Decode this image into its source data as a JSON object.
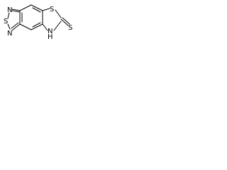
{
  "molecule": {
    "atoms": {
      "s_thiadiazole": "S",
      "n_thiadiazole_top": "N",
      "n_thiadiazole_bottom": "N",
      "s_thiazole": "S",
      "s_thione": "S",
      "nh_label": "H",
      "n_nh": "N"
    },
    "colors": {
      "bond": "#000000",
      "label": "#000000",
      "background": "#ffffff"
    }
  }
}
